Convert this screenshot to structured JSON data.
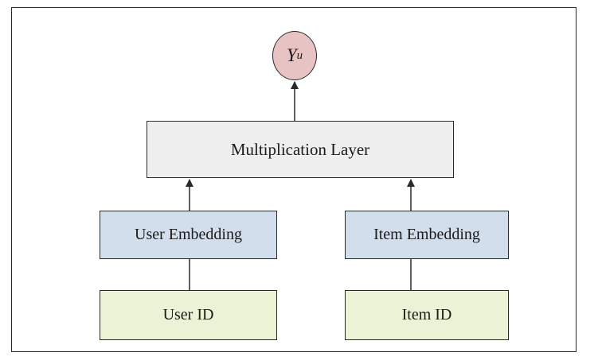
{
  "diagram": {
    "output": {
      "symbol": "Y",
      "subscript": "u"
    },
    "multiplication_layer": {
      "label": "Multiplication Layer"
    },
    "user_embedding": {
      "label": "User Embedding"
    },
    "item_embedding": {
      "label": "Item Embedding"
    },
    "user_id": {
      "label": "User ID"
    },
    "item_id": {
      "label": "Item ID"
    }
  },
  "colors": {
    "output_fill": "#e8c3c4",
    "layer_fill": "#efeeee",
    "embedding_fill": "#d3deed",
    "id_fill": "#ebf3d6",
    "stroke": "#2a2a2a"
  }
}
